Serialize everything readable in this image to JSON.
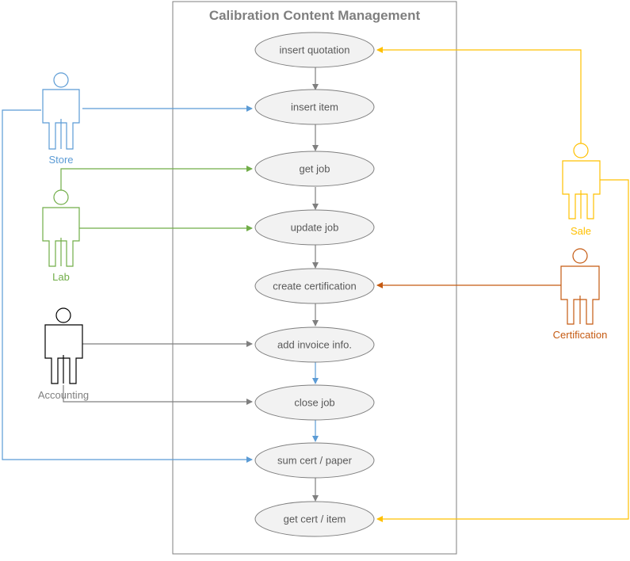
{
  "title": "Calibration Content Management",
  "use_cases": [
    "insert quotation",
    "insert item",
    "get job",
    "update job",
    "create certification",
    "add invoice info.",
    "close job",
    "sum cert / paper",
    "get cert / item"
  ],
  "actors": {
    "store": "Store",
    "lab": "Lab",
    "accounting": "Accounting",
    "sale": "Sale",
    "certification": "Certification"
  },
  "colors": {
    "store": "#5b9bd5",
    "lab": "#70ad47",
    "accounting": "#000000",
    "sale": "#ffc000",
    "certification": "#c55a11",
    "flow": "#7f7f7f",
    "flow_blue": "#5b9bd5",
    "ellipse_fill": "#f2f2f2",
    "ellipse_stroke": "#7f7f7f"
  }
}
